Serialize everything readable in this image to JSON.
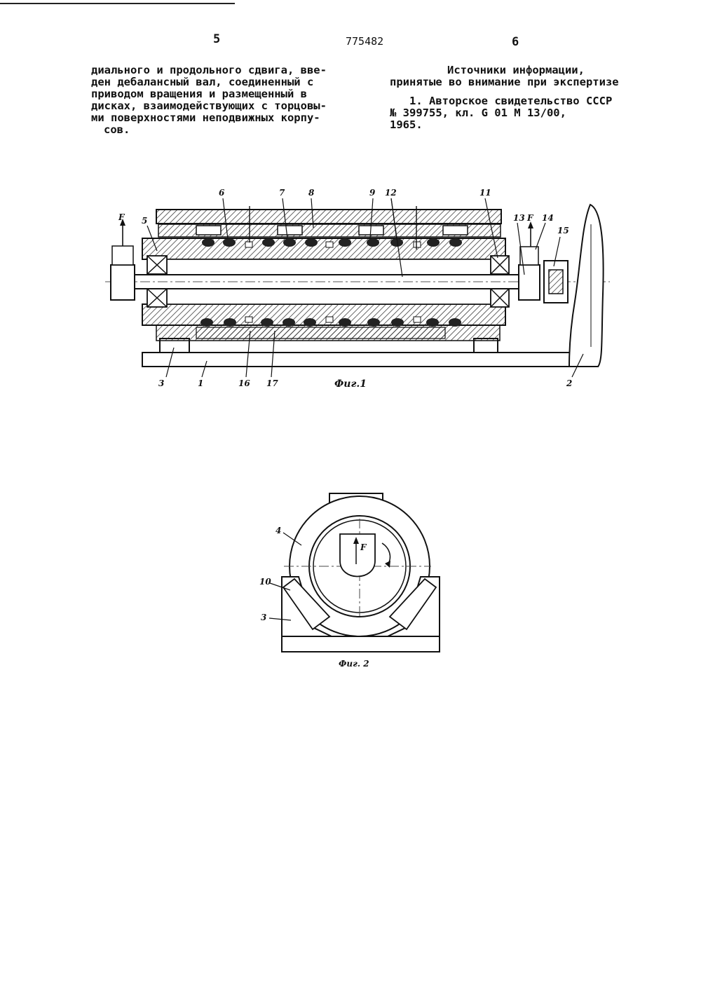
{
  "header": {
    "page_left": "5",
    "patent_number": "775482",
    "page_right": "6"
  },
  "left_column": {
    "lines": [
      "диального и продольного сдвига, вве-",
      "ден дебалансный вал, соединенный с",
      "приводом вращения и размещенный в",
      "дисках, взаимодействующих с торцовы-",
      "ми поверхностями неподвижных корпу-",
      "сов."
    ]
  },
  "right_column": {
    "heading_lines": [
      "Источники информации,",
      "принятые во внимание при экспертизе"
    ],
    "reference_lines": [
      "1. Авторское свидетельство СССР",
      "№ 399755, кл. G 01 M 13/00,",
      "1965."
    ]
  },
  "figure1": {
    "caption": "Фиг.1",
    "labels": {
      "F_left": "F",
      "n5": "5",
      "n6": "6",
      "n7": "7",
      "n8": "8",
      "n9": "9",
      "n12": "12",
      "n11": "11",
      "n13": "13",
      "F_right": "F",
      "n14": "14",
      "n15": "15",
      "n3": "3",
      "n1": "1",
      "n16": "16",
      "n17": "17",
      "n2": "2"
    }
  },
  "figure2": {
    "caption": "Фиг. 2",
    "labels": {
      "n4": "4",
      "n10": "10",
      "n3": "3",
      "F": "F"
    }
  }
}
